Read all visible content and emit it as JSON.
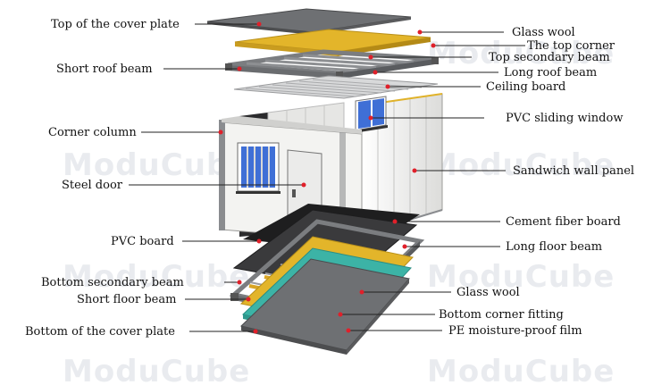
{
  "watermark": "ModuCube",
  "labels_left": [
    {
      "id": "top-cover-plate",
      "text": "Top of the cover plate"
    },
    {
      "id": "short-roof-beam",
      "text": "Short roof beam"
    },
    {
      "id": "corner-column",
      "text": "Corner column"
    },
    {
      "id": "steel-door",
      "text": "Steel door"
    },
    {
      "id": "pvc-board",
      "text": "PVC board"
    },
    {
      "id": "bottom-secondary-beam",
      "text": "Bottom secondary beam"
    },
    {
      "id": "short-floor-beam",
      "text": "Short floor beam"
    },
    {
      "id": "bottom-cover-plate",
      "text": "Bottom of the cover plate"
    }
  ],
  "labels_right": [
    {
      "id": "glass-wool-top",
      "text": "Glass wool"
    },
    {
      "id": "top-corner",
      "text": "The top corner"
    },
    {
      "id": "top-secondary-beam",
      "text": "Top secondary beam"
    },
    {
      "id": "long-roof-beam",
      "text": "Long roof beam"
    },
    {
      "id": "ceiling-board",
      "text": "Ceiling board"
    },
    {
      "id": "pvc-sliding-window",
      "text": "PVC sliding window"
    },
    {
      "id": "sandwich-wall-panel",
      "text": "Sandwich wall panel"
    },
    {
      "id": "cement-fiber-board",
      "text": "Cement fiber board"
    },
    {
      "id": "long-floor-beam",
      "text": "Long floor beam"
    },
    {
      "id": "glass-wool-bottom",
      "text": "Glass wool"
    },
    {
      "id": "bottom-corner-fitting",
      "text": "Bottom corner fitting"
    },
    {
      "id": "pe-film",
      "text": "PE moisture-proof film"
    }
  ],
  "colors": {
    "steel_gray": "#7b7d80",
    "dark_board": "#3a3a3c",
    "glass_wool": "#e3b52a",
    "pe_film": "#3cb3a6",
    "window_blue": "#3f6fd6",
    "panel_white": "#f2f2f0",
    "leader": "#222222",
    "dot": "#e0202a"
  }
}
